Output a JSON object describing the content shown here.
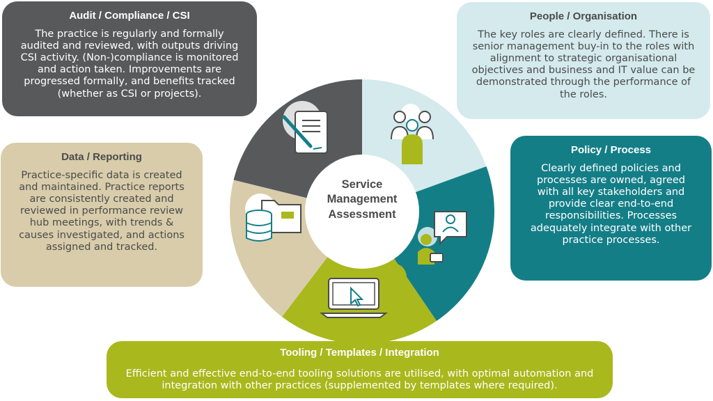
{
  "center": {
    "line1": "Service",
    "line2": "Management",
    "line3": "Assessment"
  },
  "audit": {
    "title": "Audit / Compliance / CSI",
    "body": "The practice is regularly and formally audited and reviewed, with outputs driving CSI activity.  (Non-)compliance is monitored and action taken. Improvements are progressed formally, and benefits tracked (whether as CSI or projects)."
  },
  "people": {
    "title": "People / Organisation",
    "body": "The key roles are clearly defined. There is senior management buy-in to the roles with alignment to strategic organisational objectives and business and IT value can be demonstrated through the performance of the roles."
  },
  "data_reporting": {
    "title": "Data / Reporting",
    "body": "Practice-specific data is created and maintained. Practice reports are consistently created and reviewed in performance review hub meetings, with trends & causes investigated, and actions assigned and tracked."
  },
  "policy": {
    "title": "Policy / Process",
    "body": "Clearly defined policies and processes are owned, agreed with all key stakeholders and provide clear end-to-end responsibilities. Processes adequately integrate with other practice processes."
  },
  "tooling": {
    "title": "Tooling / Templates / Integration",
    "body": "Efficient and effective end-to-end tooling solutions are utilised, with optimal automation and integration with other practices (supplemented by templates where required)."
  },
  "colors": {
    "audit": "#58595b",
    "people": "#d4eaed",
    "data": "#d8ccaa",
    "policy": "#147e87",
    "tooling": "#a9b81c",
    "icon_stroke": "#4b4b4b",
    "icon_accent": "#147e87",
    "icon_lime": "#a9b81c"
  },
  "icons": [
    "document-pen-icon",
    "people-group-icon",
    "database-folder-icon",
    "person-chat-icon",
    "laptop-cursor-icon"
  ]
}
